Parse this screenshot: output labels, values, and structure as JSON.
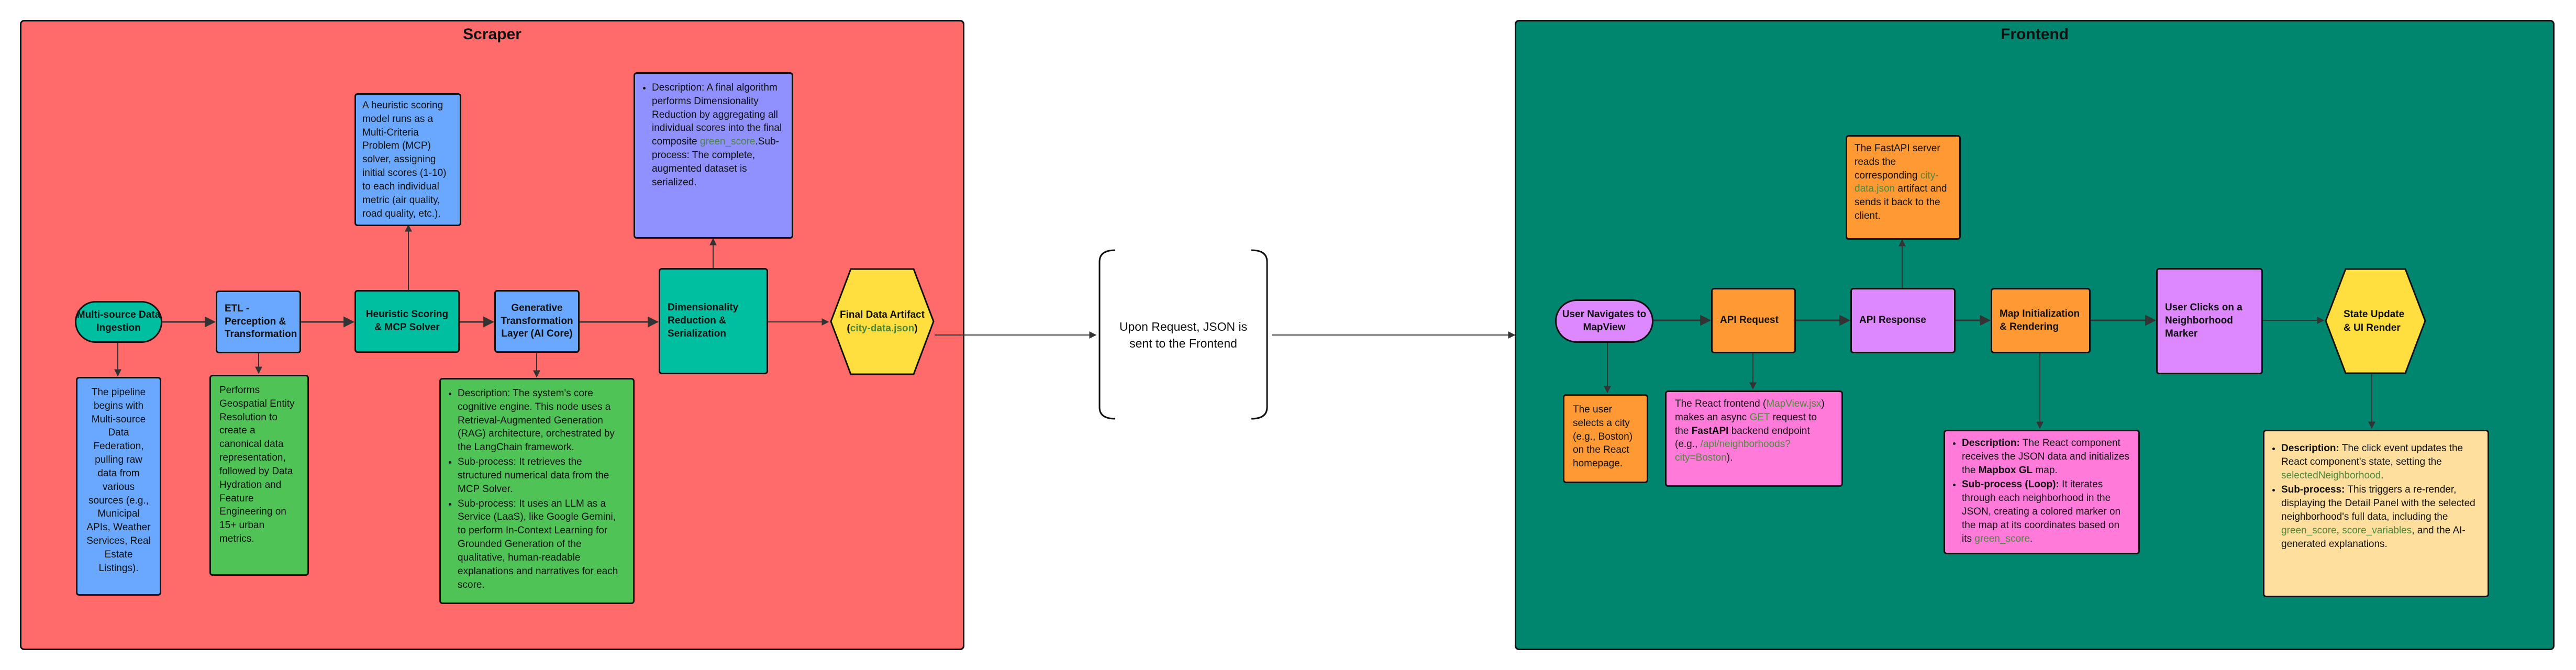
{
  "groups": {
    "scraper": "Scraper",
    "frontend": "Frontend"
  },
  "colors": {
    "scraper_bg": "#ff6b6b",
    "frontend_bg": "#00856f",
    "blue": "#6aa8ff",
    "teal": "#00bfa0",
    "green": "#50c356",
    "purple": "#9090ff",
    "yellow": "#ffdf3f",
    "orange": "#ff9933",
    "violet": "#dd88ff",
    "pink": "#ff7ad9",
    "cream": "#ffdf9e",
    "highlight": "#4e8a3e"
  },
  "scraper": {
    "start": "Multi-source Data Ingestion",
    "start_note": "The pipeline begins with Multi-source Data Federation, pulling raw data from various sources (e.g., Municipal APIs, Weather Services, Real Estate Listings).",
    "etl": "ETL - Perception & Transformation",
    "etl_note": "Performs Geospatial Entity Resolution to create a canonical data representation, followed by Data Hydration and Feature Engineering on 15+ urban metrics.",
    "heuristic": "Heuristic Scoring & MCP Solver",
    "heuristic_note": "A heuristic scoring model runs as a Multi-Criteria Problem (MCP) solver, assigning initial scores (1-10) to each individual metric (air quality, road quality, etc.).",
    "genai": "Generative Transformation Layer (AI Core)",
    "genai_note": [
      "Description: The system's core cognitive engine. This node uses a Retrieval-Augmented Generation (RAG) architecture, orchestrated by the LangChain framework.",
      "Sub-process: It retrieves the structured numerical data from the MCP Solver.",
      "Sub-process: It uses an LLM as a Service (LaaS), like Google Gemini, to perform In-Context Learning for Grounded Generation of the qualitative, human-readable explanations and narratives for each score."
    ],
    "dimred": "Dimensionality Reduction & Serialization",
    "dimred_note_1": "Description: A final algorithm performs Dimensionality Reduction by aggregating all individual scores into the final composite ",
    "dimred_note_code": "green_score",
    "dimred_note_2": ".Sub-process: The complete, augmented dataset is serialized.",
    "artifact": "Final Data Artifact",
    "artifact_code": "city-data.json",
    "artifact_open": "(",
    "artifact_close": ")"
  },
  "bridge": "Upon Request, JSON is sent to the Frontend",
  "frontend": {
    "user_nav": "User Navigates to MapView",
    "user_nav_note": "The user selects a city (e.g., Boston) on the React homepage.",
    "api_req": "API Request",
    "api_req_note": {
      "p1": "The React frontend (",
      "c1": "MapView.jsx",
      "p2": ") makes an async ",
      "c2": "GET",
      "p3": " request to the ",
      "b1": "FastAPI",
      "p4": " backend endpoint (e.g., ",
      "c3": "/api/neighborhoods?city=Boston",
      "p5": ")."
    },
    "api_resp": "API Response",
    "api_resp_note": {
      "p1": "The FastAPI server reads the corresponding ",
      "c1": "city-data.json",
      "p2": " artifact and sends it back to the client."
    },
    "map_init": "Map Initialization & Rendering",
    "map_note": {
      "d_label": "Description:",
      "d_text": " The React component receives the JSON data and initializes the ",
      "d_bold": "Mapbox GL",
      "d_end": " map.",
      "s_label": "Sub-process (Loop):",
      "s_text": " It iterates through each neighborhood in the JSON, creating a colored marker on the map at its coordinates based on its ",
      "s_code": "green_score",
      "s_end": "."
    },
    "user_click": "User Clicks on a Neighborhood Marker",
    "state_update": "State Update & UI Render",
    "state_note": {
      "d_label": "Description:",
      "d_text": " The click event updates the React component's state, setting the ",
      "d_code": "selectedNeighborhood",
      "d_end": ".",
      "s_label": "Sub-process:",
      "s_text": " This triggers a re-render, displaying the Detail Panel with the selected neighborhood's full data, including the ",
      "s_code1": "green_score",
      "s_mid": ", ",
      "s_code2": "score_variables",
      "s_end": ", and the AI-generated explanations."
    }
  }
}
